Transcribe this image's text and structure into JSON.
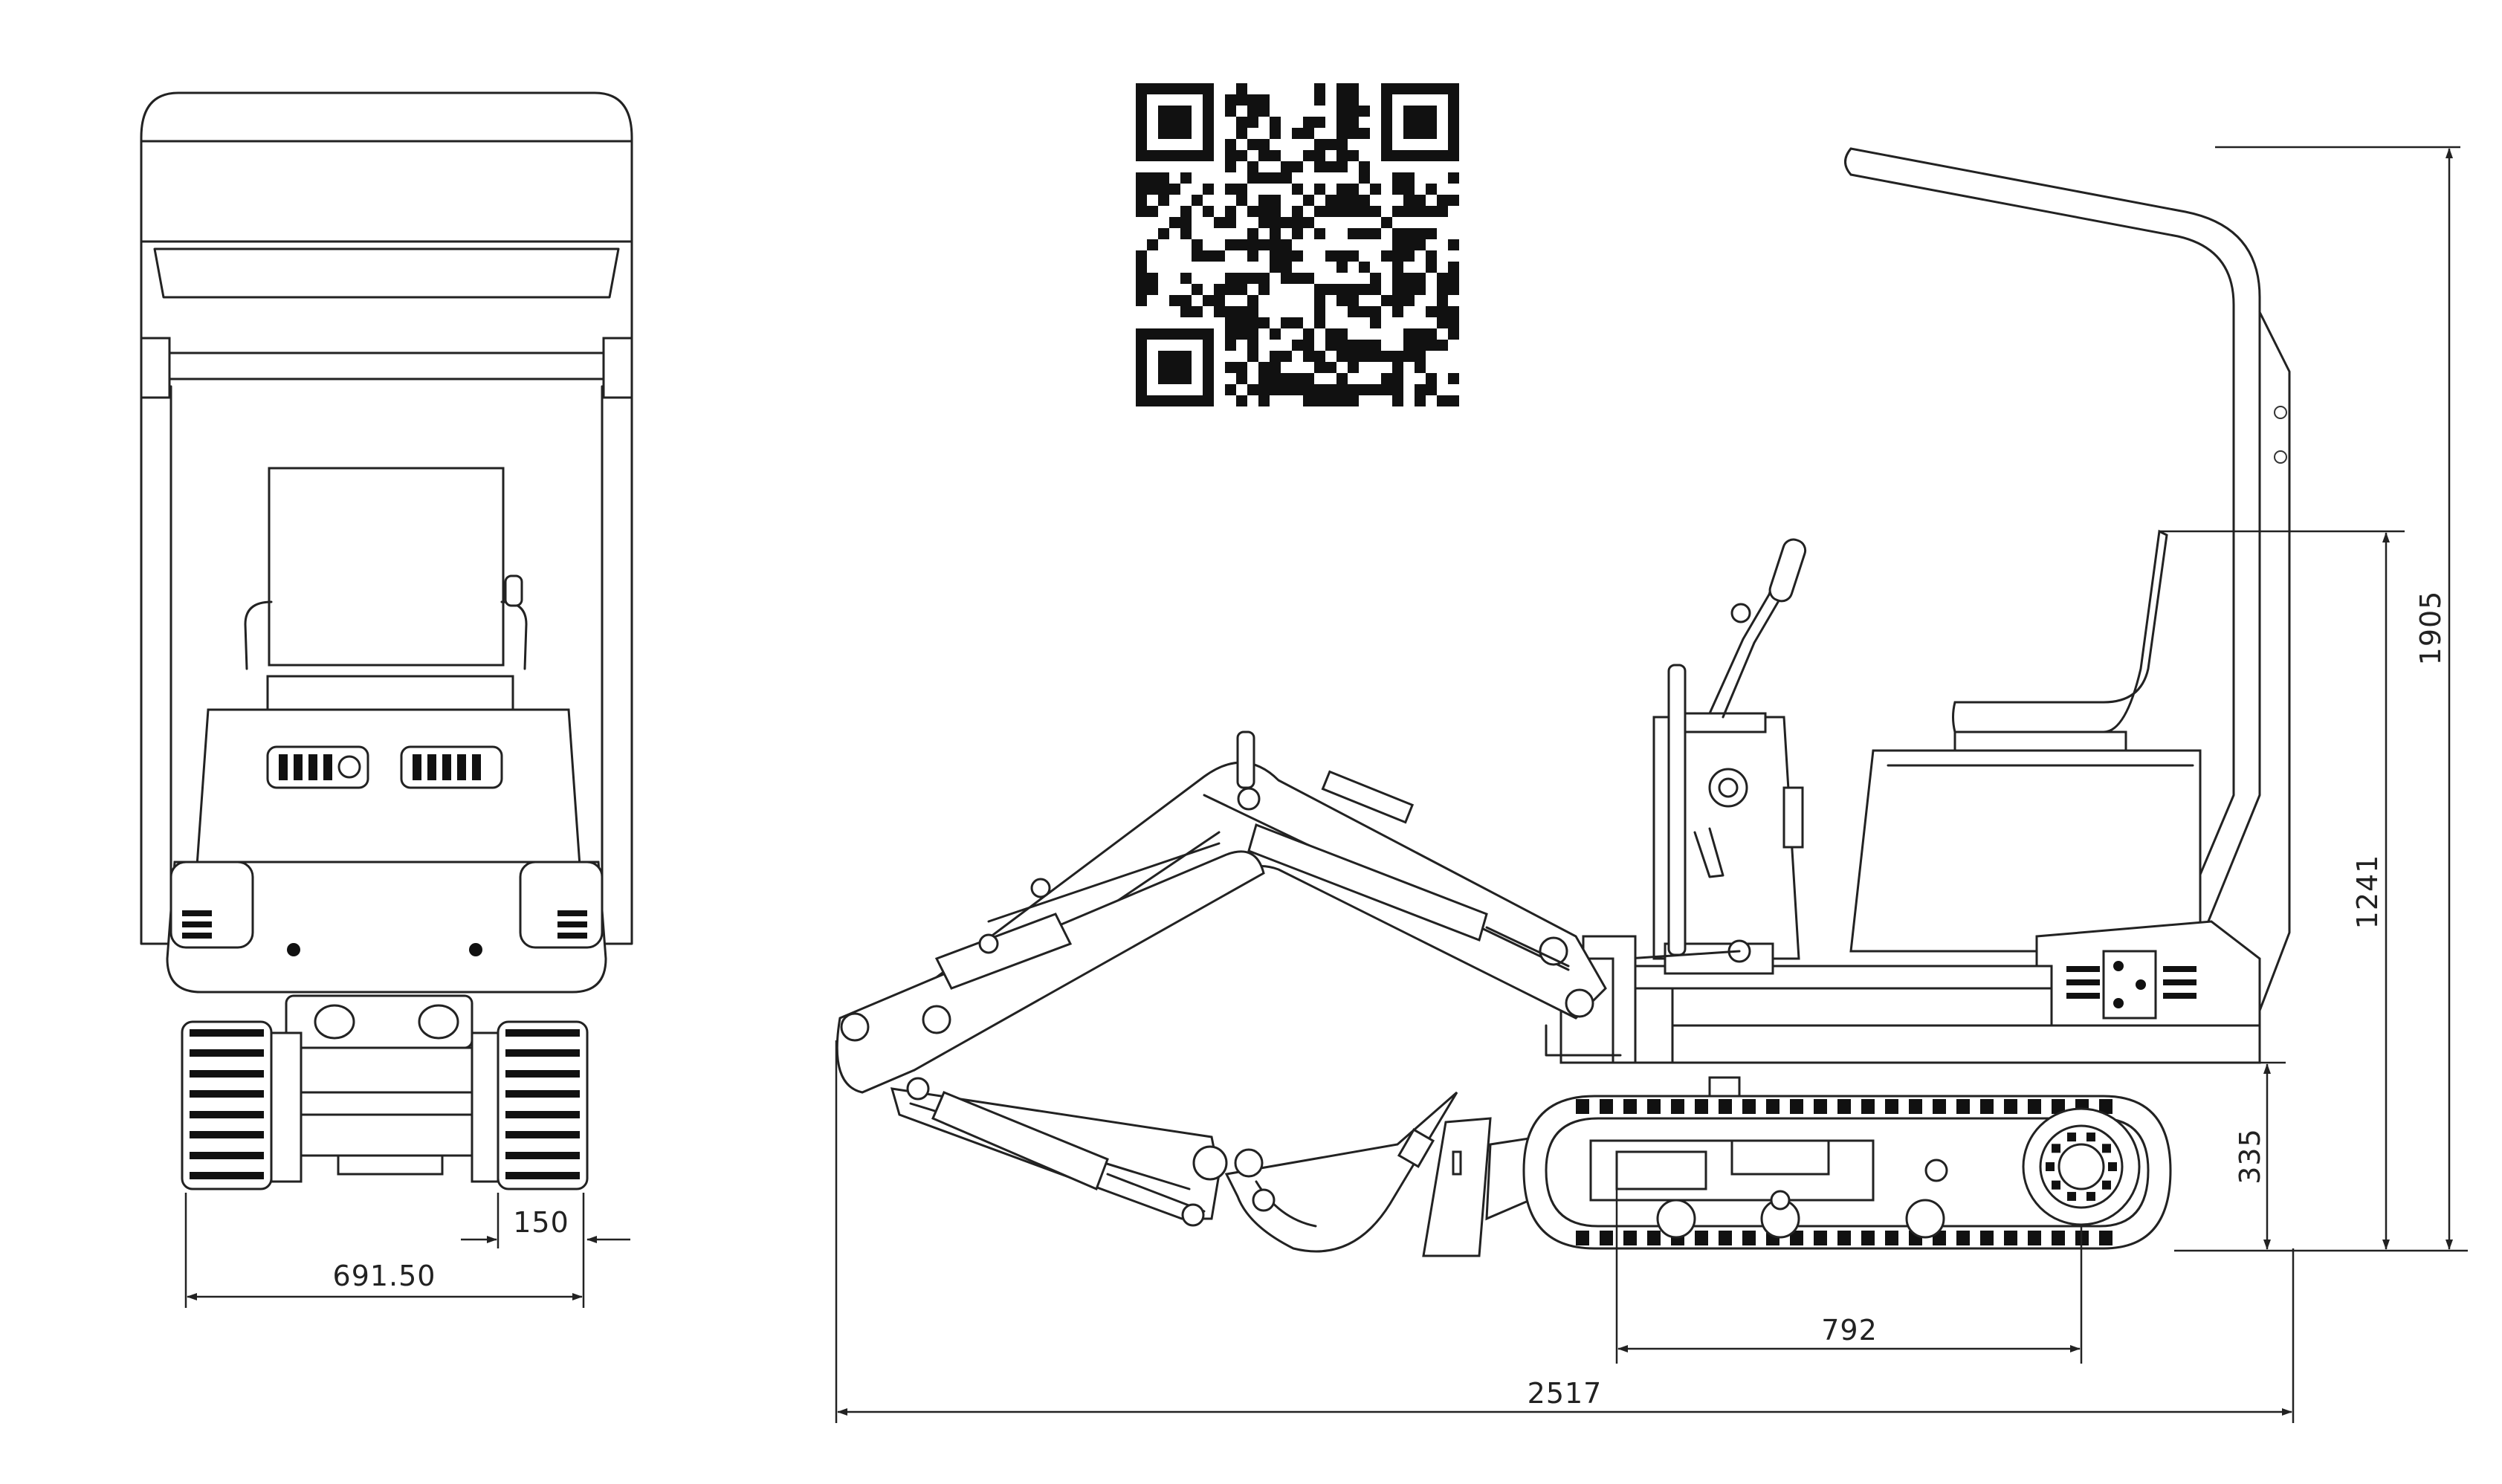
{
  "dimensions": {
    "front_track_width": "691.50",
    "front_track_shoe": "150",
    "side_overall_length": "2517",
    "side_track_length": "792",
    "side_ground_clearance": "335",
    "side_seat_height": "1241",
    "side_overall_height": "1905"
  },
  "qr_code": "qr-code"
}
